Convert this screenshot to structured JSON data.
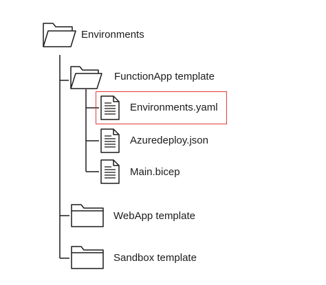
{
  "tree": {
    "root": {
      "label": "Environments",
      "icon": "folder-open-icon"
    },
    "function_app": {
      "label": "FunctionApp template",
      "icon": "folder-open-icon"
    },
    "files": [
      {
        "label": "Environments.yaml",
        "icon": "document-icon",
        "highlighted": true
      },
      {
        "label": "Azuredeploy.json",
        "icon": "document-icon",
        "highlighted": false
      },
      {
        "label": "Main.bicep",
        "icon": "document-icon",
        "highlighted": false
      }
    ],
    "web_app": {
      "label": "WebApp template",
      "icon": "folder-icon"
    },
    "sandbox": {
      "label": "Sandbox template",
      "icon": "folder-icon"
    }
  },
  "colors": {
    "line": "#1a1a1a",
    "highlight": "#e03a3a",
    "text": "#1a1a1a"
  }
}
